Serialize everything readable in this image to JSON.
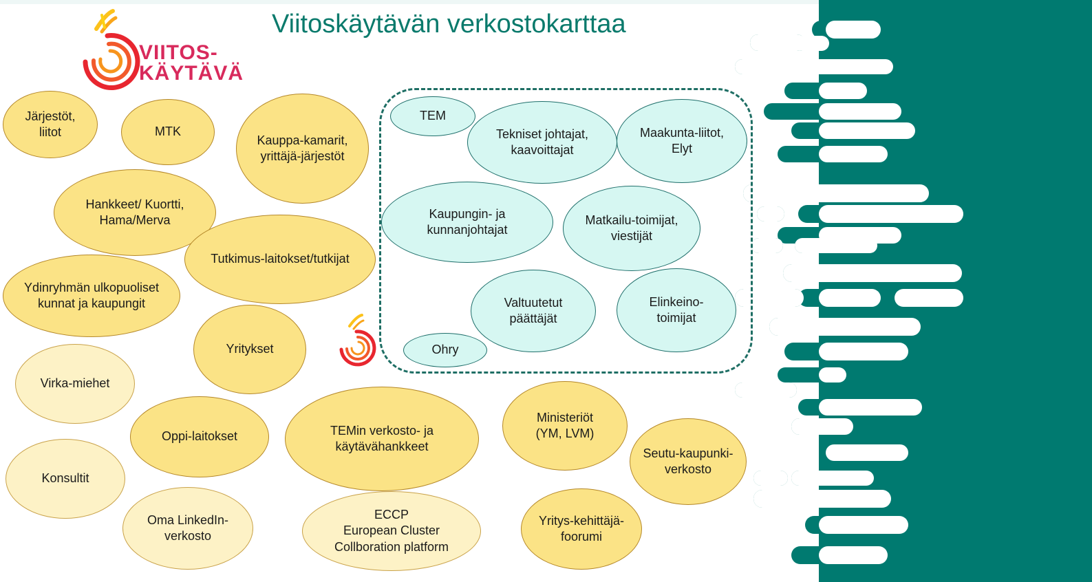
{
  "title": "Viitoskäytävän verkostokarttaa",
  "logo": {
    "line1": "VIITOS-",
    "line2": "KÄYTÄVÄ"
  },
  "colors": {
    "title": "#0a7a6c",
    "teal": "#007a70",
    "yellow": "#fbe386",
    "light_yellow": "#fdf2c6",
    "cyan": "#d6f7f2",
    "logo_red": "#d82a5c"
  },
  "outer_nodes": [
    {
      "id": "jarjestot",
      "label": "Järjestöt,\nliitot"
    },
    {
      "id": "mtk",
      "label": "MTK"
    },
    {
      "id": "kauppakamarit",
      "label": "Kauppa-kamarit,\nyrittäjä-järjestöt"
    },
    {
      "id": "hankkeet",
      "label": "Hankkeet/ Kuortti,\nHama/Merva"
    },
    {
      "id": "tutkimus",
      "label": "Tutkimus-laitokset/tutkijat"
    },
    {
      "id": "ydinryhma",
      "label": "Ydinryhmän ulkopuoliset\nkunnat ja kaupungit"
    },
    {
      "id": "yritykset",
      "label": "Yritykset"
    },
    {
      "id": "virkamiehet",
      "label": "Virka-miehet"
    },
    {
      "id": "oppilaitokset",
      "label": "Oppi-laitokset"
    },
    {
      "id": "temin",
      "label": "TEMin verkosto- ja\nkäytävähankkeet"
    },
    {
      "id": "ministeriot",
      "label": "Ministeriöt\n(YM, LVM)"
    },
    {
      "id": "seutukaupunki",
      "label": "Seutu-kaupunki-\nverkosto"
    },
    {
      "id": "konsultit",
      "label": "Konsultit"
    },
    {
      "id": "linkedin",
      "label": "Oma LinkedIn-\nverkosto"
    },
    {
      "id": "eccp",
      "label": "ECCP\nEuropean Cluster\nCollboration platform"
    },
    {
      "id": "yrityskehittaja",
      "label": "Yritys-kehittäjä-\nfoorumi"
    }
  ],
  "core_nodes": [
    {
      "id": "tem",
      "label": "TEM"
    },
    {
      "id": "tekniset",
      "label": "Tekniset johtajat,\nkaavoittajat"
    },
    {
      "id": "maakunta",
      "label": "Maakunta-liitot,\nElyt"
    },
    {
      "id": "kaupungin",
      "label": "Kaupungin- ja\nkunnanjohtajat"
    },
    {
      "id": "matkailu",
      "label": "Matkailu-toimijat,\nviestijät"
    },
    {
      "id": "valtuutetut",
      "label": "Valtuutetut\npäättäjät"
    },
    {
      "id": "elinkeino",
      "label": "Elinkeino-\ntoimijat"
    },
    {
      "id": "ohry",
      "label": "Ohry"
    }
  ]
}
